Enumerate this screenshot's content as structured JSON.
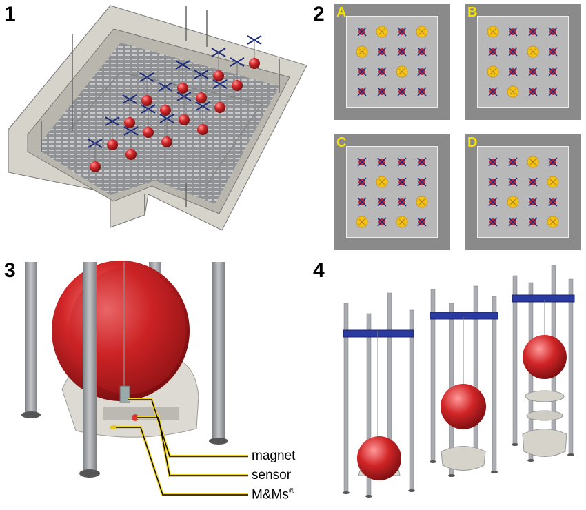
{
  "panels": {
    "p1": {
      "number": "1"
    },
    "p2": {
      "number": "2",
      "sub_labels": [
        "A",
        "B",
        "C",
        "D"
      ]
    },
    "p3": {
      "number": "3",
      "callouts": {
        "magnet": "magnet",
        "sensor": "sensor",
        "mms": "M&Ms",
        "mms_mark": "®"
      }
    },
    "p4": {
      "number": "4"
    }
  },
  "colors": {
    "ball_red": "#d42a2c",
    "bait_yellow": "#f2c21a",
    "cross_blue": "#1b2a7a",
    "pole_gray": "#a4a7ab",
    "wall_beige": "#d9d6ce",
    "floor_gray": "#8c8c8c",
    "label_yellow": "#f5e400"
  },
  "layouts": {
    "A": [
      "x",
      "y",
      "x",
      "y",
      "y",
      "x",
      "x",
      "x",
      "x",
      "x",
      "y",
      "x",
      "x",
      "x",
      "x",
      "x"
    ],
    "B": [
      "y",
      "x",
      "x",
      "x",
      "x",
      "x",
      "y",
      "x",
      "y",
      "x",
      "x",
      "x",
      "x",
      "y",
      "x",
      "x"
    ],
    "C": [
      "x",
      "x",
      "x",
      "x",
      "x",
      "y",
      "x",
      "x",
      "x",
      "x",
      "x",
      "y",
      "y",
      "x",
      "y",
      "x"
    ],
    "D": [
      "x",
      "x",
      "y",
      "x",
      "x",
      "x",
      "x",
      "y",
      "x",
      "y",
      "x",
      "x",
      "x",
      "x",
      "x",
      "y"
    ]
  }
}
